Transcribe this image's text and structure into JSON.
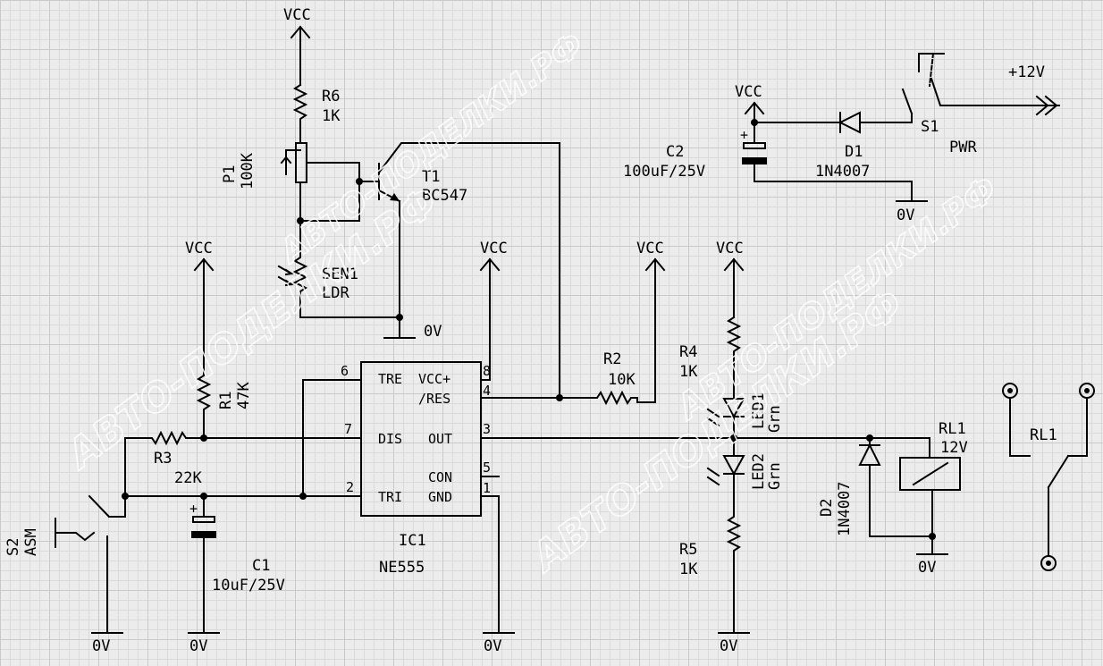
{
  "labels": {
    "vcc": "VCC",
    "gnd": "0V",
    "plus12": "+12V",
    "pwr": "PWR",
    "s1": "S1",
    "r6": "R6",
    "r6v": "1K",
    "p1": "P1",
    "p1v": "100K",
    "t1": "T1",
    "t1v": "BC547",
    "sen1": "SEN1",
    "sen1v": "LDR",
    "c2": "C2",
    "c2v": "100uF/25V",
    "d1": "D1",
    "d1v": "1N4007",
    "r1": "R1",
    "r1v": "47K",
    "r3": "R3",
    "r3v": "22K",
    "r2": "R2",
    "r2v": "10K",
    "r4": "R4",
    "r4v": "1K",
    "r5": "R5",
    "r5v": "1K",
    "led1": "LED1",
    "led1v": "Grn",
    "led2": "LED2",
    "led2v": "Grn",
    "rl1": "RL1",
    "rl1v": "12V",
    "d2": "D2",
    "d2v": "1N4007",
    "c1": "C1",
    "c1v": "10uF/25V",
    "s2": "S2",
    "s2v": "ASM",
    "ic1": "IC1",
    "ic1v": "NE555",
    "ic_tre": "TRE",
    "ic_dis": "DIS",
    "ic_tri": "TRI",
    "ic_vcc": "VCC+",
    "ic_res": "/RES",
    "ic_out": "OUT",
    "ic_con": "CON",
    "ic_gnd": "GND",
    "pin6": "6",
    "pin7": "7",
    "pin2": "2",
    "pin8": "8",
    "pin4": "4",
    "pin3": "3",
    "pin5": "5",
    "pin1": "1",
    "plus": "+"
  },
  "watermark": "АВТО-ПОДЕЛКИ.РФ"
}
